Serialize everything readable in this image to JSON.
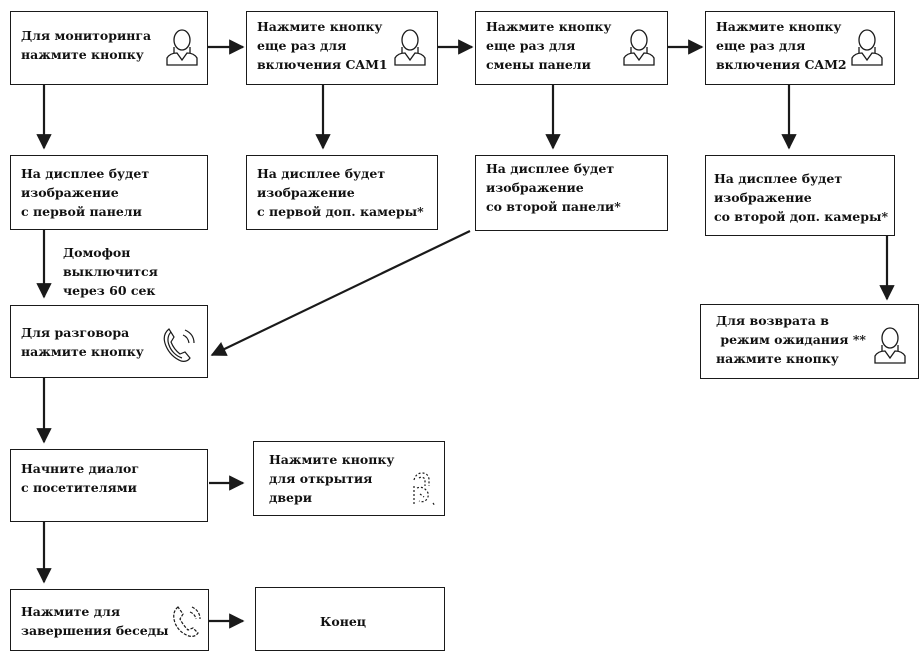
{
  "colors": {
    "line": "#1a1a1a",
    "background": "#ffffff"
  },
  "boxes": {
    "monitor": {
      "text": "Для мониторинга\nнажмите кнопку",
      "icon": "person-icon"
    },
    "cam1": {
      "text": "Нажмите кнопку\nеще раз для\nвключения CAM1",
      "icon": "person-icon"
    },
    "switch_panel": {
      "text": "Нажмите кнопку\nеще раз для\nсмены панели",
      "icon": "person-icon"
    },
    "cam2": {
      "text": "Нажмите кнопку\nеще раз для\nвключения CAM2",
      "icon": "person-icon"
    },
    "display_first_panel": {
      "text": "На дисплее будет\nизображение\nс первой панели"
    },
    "display_first_cam": {
      "text": "На дисплее будет\nизображение\nс первой доп. камеры*"
    },
    "display_second_panel": {
      "text": "На дисплее будет\nизображение\nсо второй панели*"
    },
    "display_second_cam": {
      "text": "На дисплее будет\nизображение\nсо второй доп. камеры*"
    },
    "talk": {
      "text": "Для разговора\nнажмите кнопку",
      "icon": "handset-icon"
    },
    "standby": {
      "text": "Для возврата в\n режим ожидания **\nнажмите кнопку",
      "icon": "person-icon"
    },
    "dialog": {
      "text": "Начните диалог\nс посетителями"
    },
    "open_door": {
      "text": "Нажмите кнопку\nдля открытия\nдвери",
      "icon": "key-hand-icon"
    },
    "end_call": {
      "text": "Нажмите для\nзавершения беседы",
      "icon": "handset-end-icon"
    },
    "end": {
      "text": "Конец"
    }
  },
  "labels": {
    "timeout": "Домофон\nвыключится\nчерез 60 сек"
  }
}
